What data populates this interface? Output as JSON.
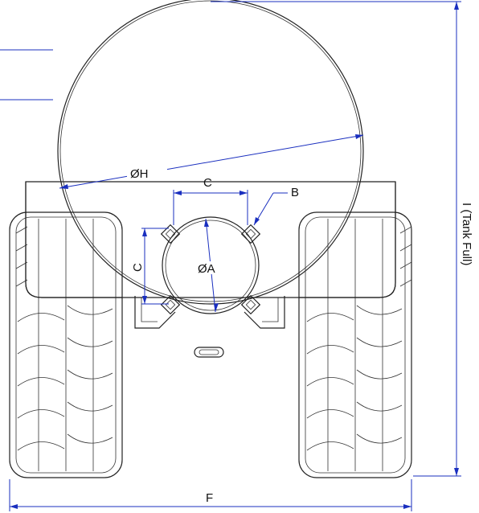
{
  "labels": {
    "tank_diameter": "ØH",
    "hitch_spacing_horizontal": "C",
    "hitch_spacing_vertical": "C",
    "bolt_detail": "B",
    "pipe_diameter": "ØA",
    "overall_width": "F",
    "overall_height": "I (Tank Full)"
  },
  "colors": {
    "dimension_line": "#1a2fbf",
    "outline": "#222222",
    "text": "#111111"
  }
}
